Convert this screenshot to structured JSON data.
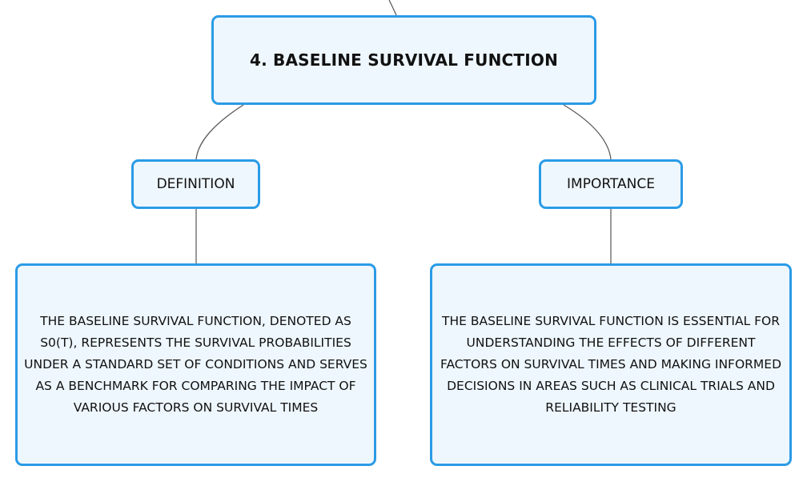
{
  "root": {
    "title": "4. BASELINE SURVIVAL FUNCTION"
  },
  "branches": [
    {
      "label": "DEFINITION",
      "detail": "THE BASELINE SURVIVAL FUNCTION, DENOTED AS S0(T), REPRESENTS THE SURVIVAL PROBABILITIES UNDER A STANDARD SET OF CONDITIONS AND SERVES AS A BENCHMARK FOR COMPARING THE IMPACT OF VARIOUS FACTORS ON SURVIVAL TIMES"
    },
    {
      "label": "IMPORTANCE",
      "detail": "THE BASELINE SURVIVAL FUNCTION IS ESSENTIAL FOR UNDERSTANDING THE EFFECTS OF DIFFERENT FACTORS ON SURVIVAL TIMES AND MAKING INFORMED DECISIONS IN AREAS SUCH AS CLINICAL TRIALS AND RELIABILITY TESTING"
    }
  ],
  "colors": {
    "border": "#2a9be6",
    "fill": "#eef7fe",
    "connector": "#555555"
  }
}
